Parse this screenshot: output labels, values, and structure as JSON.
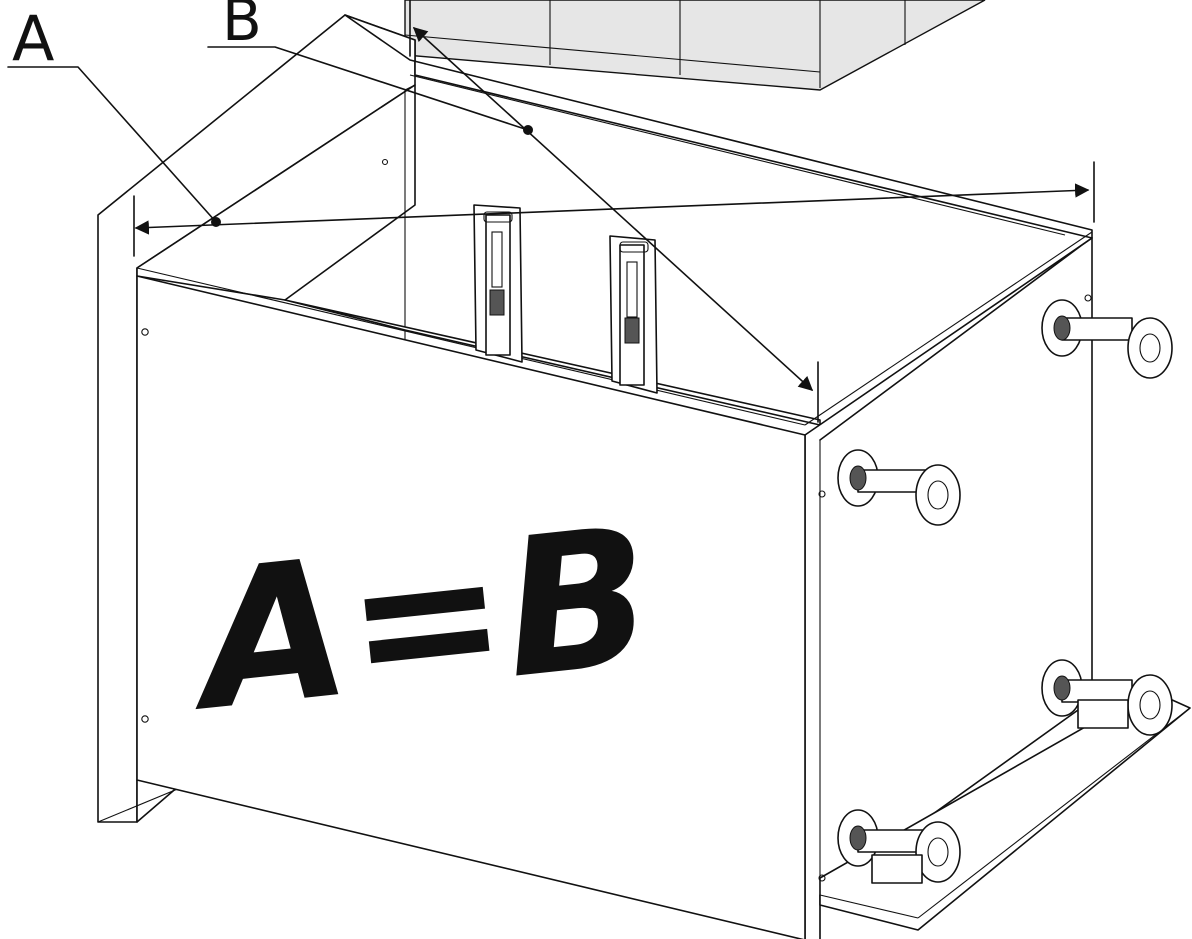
{
  "labels": {
    "a": "A",
    "b": "B",
    "formula": "A=B"
  },
  "colors": {
    "line": "#111111",
    "panel": "#ffffff",
    "drawer": "#e6e6e6"
  }
}
